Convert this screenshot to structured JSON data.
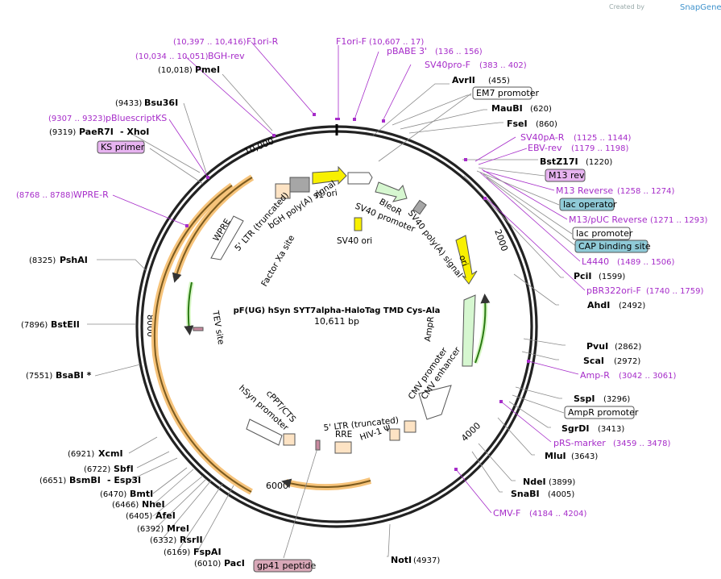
{
  "credit": {
    "text": "Created by",
    "brand": "SnapGene"
  },
  "plasmid": {
    "name": "pF(UG) hSyn SYT7alpha-HaloTag TMD Cys-Ala",
    "size": "10,611 bp"
  },
  "ticks": [
    "10,000",
    "2000",
    "4000",
    "6000",
    "8000"
  ],
  "enzymes_right": [
    {
      "name": "AvrII",
      "pos": "(455)"
    },
    {
      "name": "MauBI",
      "pos": "(620)"
    },
    {
      "name": "FseI",
      "pos": "(860)"
    },
    {
      "name": "BstZ17I",
      "pos": "(1220)"
    },
    {
      "name": "PciI",
      "pos": "(1599)"
    },
    {
      "name": "AhdI",
      "pos": "(2492)"
    },
    {
      "name": "PvuI",
      "pos": "(2862)"
    },
    {
      "name": "ScaI",
      "pos": "(2972)"
    },
    {
      "name": "SspI",
      "pos": "(3296)"
    },
    {
      "name": "SgrDI",
      "pos": "(3413)"
    },
    {
      "name": "MluI",
      "pos": "(3643)"
    },
    {
      "name": "NdeI",
      "pos": "(3899)"
    },
    {
      "name": "SnaBI",
      "pos": "(4005)"
    },
    {
      "name": "NotI",
      "pos": "(4937)"
    }
  ],
  "enzymes_left": [
    {
      "name": "PmeI",
      "pos": "(10,018)"
    },
    {
      "name": "Bsu36I",
      "pos": "(9433)"
    },
    {
      "name": "PaeR7I",
      "pos": "(9319)",
      "extra": "- XhoI"
    },
    {
      "name": "PshAI",
      "pos": "(8325)"
    },
    {
      "name": "BstEII",
      "pos": "(7896)"
    },
    {
      "name": "BsaBI *",
      "pos": "(7551)"
    },
    {
      "name": "XcmI",
      "pos": "(6921)"
    },
    {
      "name": "SbfI",
      "pos": "(6722)"
    },
    {
      "name": "BsmBI",
      "pos": "(6651)",
      "extra": "- Esp3I"
    },
    {
      "name": "BmtI",
      "pos": "(6470)"
    },
    {
      "name": "NheI",
      "pos": "(6466)"
    },
    {
      "name": "AfeI",
      "pos": "(6405)"
    },
    {
      "name": "MreI",
      "pos": "(6392)"
    },
    {
      "name": "RsrII",
      "pos": "(6332)"
    },
    {
      "name": "FspAI",
      "pos": "(6169)"
    },
    {
      "name": "PacI",
      "pos": "(6010)"
    }
  ],
  "primers": [
    {
      "name": "F1ori-R",
      "pos": "(10,397 .. 10,416)"
    },
    {
      "name": "BGH-rev",
      "pos": "(10,034 .. 10,051)"
    },
    {
      "name": "pBluescriptKS",
      "pos": "(9307 .. 9323)"
    },
    {
      "name": "WPRE-R",
      "pos": "(8768 .. 8788)"
    },
    {
      "name": "F1ori-F",
      "pos": "(10,607 .. 17)"
    },
    {
      "name": "pBABE 3'",
      "pos": "(136 .. 156)"
    },
    {
      "name": "SV40pro-F",
      "pos": "(383 .. 402)"
    },
    {
      "name": "SV40pA-R",
      "pos": "(1125 .. 1144)"
    },
    {
      "name": "EBV-rev",
      "pos": "(1179 .. 1198)"
    },
    {
      "name": "M13 Reverse",
      "pos": "(1258 .. 1274)"
    },
    {
      "name": "M13/pUC Reverse",
      "pos": "(1271 .. 1293)"
    },
    {
      "name": "L4440",
      "pos": "(1489 .. 1506)"
    },
    {
      "name": "pBR322ori-F",
      "pos": "(1740 .. 1759)"
    },
    {
      "name": "Amp-R",
      "pos": "(3042 .. 3061)"
    },
    {
      "name": "pRS-marker",
      "pos": "(3459 .. 3478)"
    },
    {
      "name": "CMV-F",
      "pos": "(4184 .. 4204)"
    }
  ],
  "boxes": {
    "ks_primer": "KS primer",
    "em7": "EM7 promoter",
    "m13rev": "M13 rev",
    "lac_operator": "lac operator",
    "lac_promoter": "lac promoter",
    "cap": "CAP binding site",
    "ampr_promoter": "AmpR promoter",
    "gp41": "gp41 peptide"
  },
  "features": {
    "wpre": "WPRE",
    "ltr5_trunc": "5' LTR (truncated)",
    "bgh": "bGH poly(A) signal",
    "f1ori": "f1 ori",
    "bleor": "BleoR",
    "sv40prom": "SV40 promoter",
    "sv40ori": "SV40 ori",
    "sv40polya": "SV40 poly(A) signal",
    "ori": "ori",
    "factor_xa": "Factor Xa site",
    "tev": "TEV site",
    "ampr": "AmpR",
    "cmv_promoter": "CMV promoter",
    "cmv_enhancer": "CMV enhancer",
    "ltr5b": "5' LTR (truncated)",
    "hiv": "HIV-1 Ψ",
    "rre": "RRE",
    "cppt": "cPPT/CTS",
    "hsyn": "hSyn promoter"
  }
}
